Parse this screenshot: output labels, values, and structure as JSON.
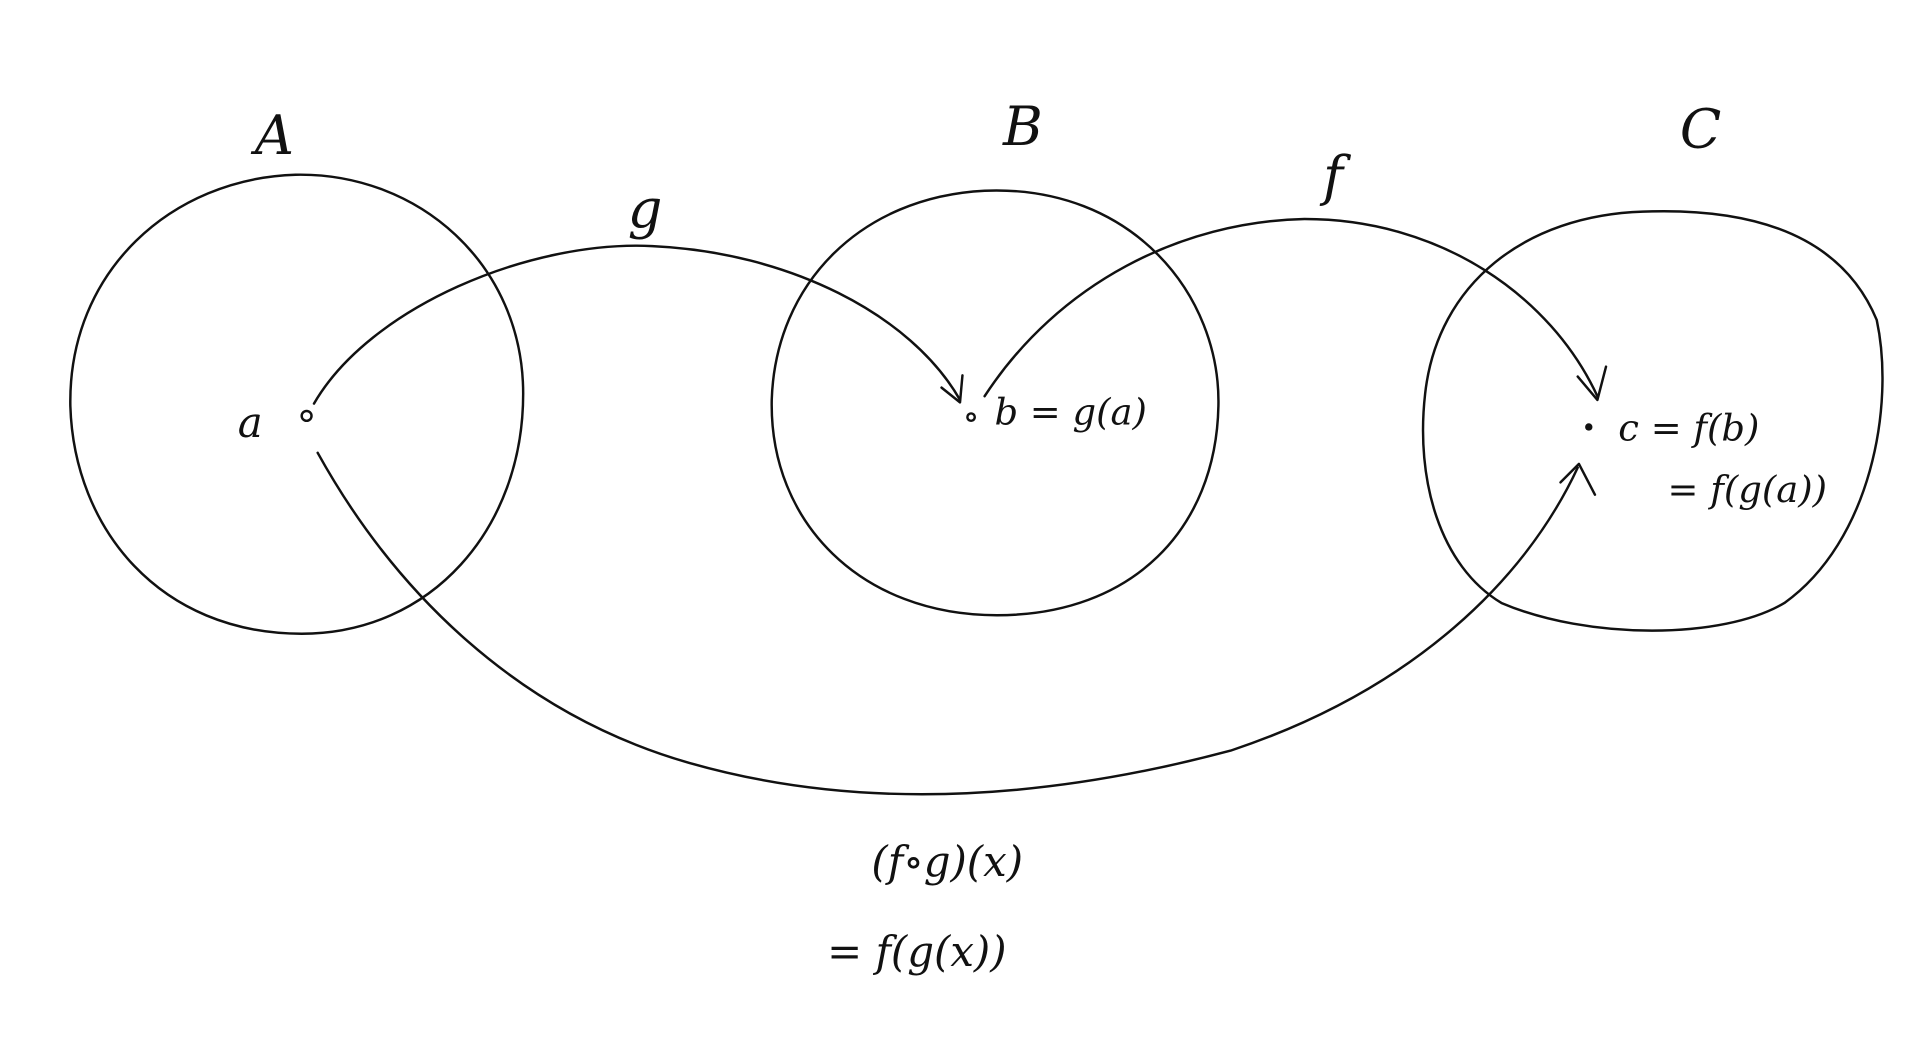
{
  "sets": [
    {
      "label": "A"
    },
    {
      "label": "B"
    },
    {
      "label": "C"
    }
  ],
  "functions": {
    "g": "g",
    "f": "f"
  },
  "points": {
    "a": "a",
    "b": "b = g(a)",
    "c_line1": "c = f(b)",
    "c_line2": "= f(g(a))"
  },
  "composition": {
    "line1": "(f∘g)(x)",
    "line2": "= f(g(x))"
  }
}
